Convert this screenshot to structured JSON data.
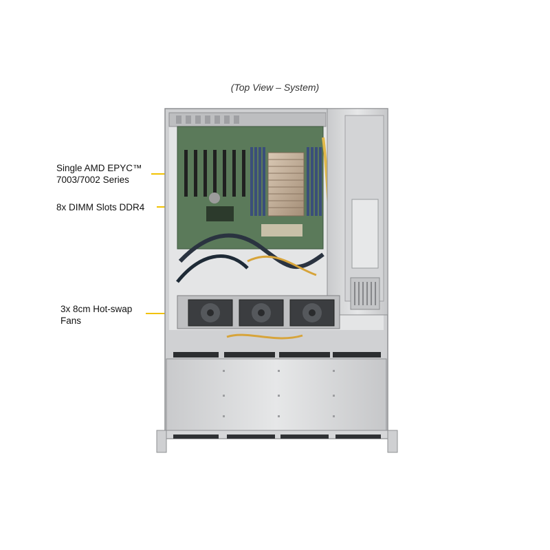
{
  "caption": "(Top View – System)",
  "callouts": [
    {
      "id": "cpu",
      "lines": [
        "Single AMD EPYC™",
        "7003/7002 Series"
      ]
    },
    {
      "id": "dimm",
      "lines": [
        "8x DIMM Slots DDR4"
      ]
    },
    {
      "id": "fans",
      "lines": [
        "3x 8cm Hot-swap",
        "Fans"
      ]
    }
  ],
  "colors": {
    "leader": "#f2c200",
    "pcb": "#5b7a5a",
    "chassis": "#d8d9db",
    "dimm": "#3a4e7a"
  }
}
